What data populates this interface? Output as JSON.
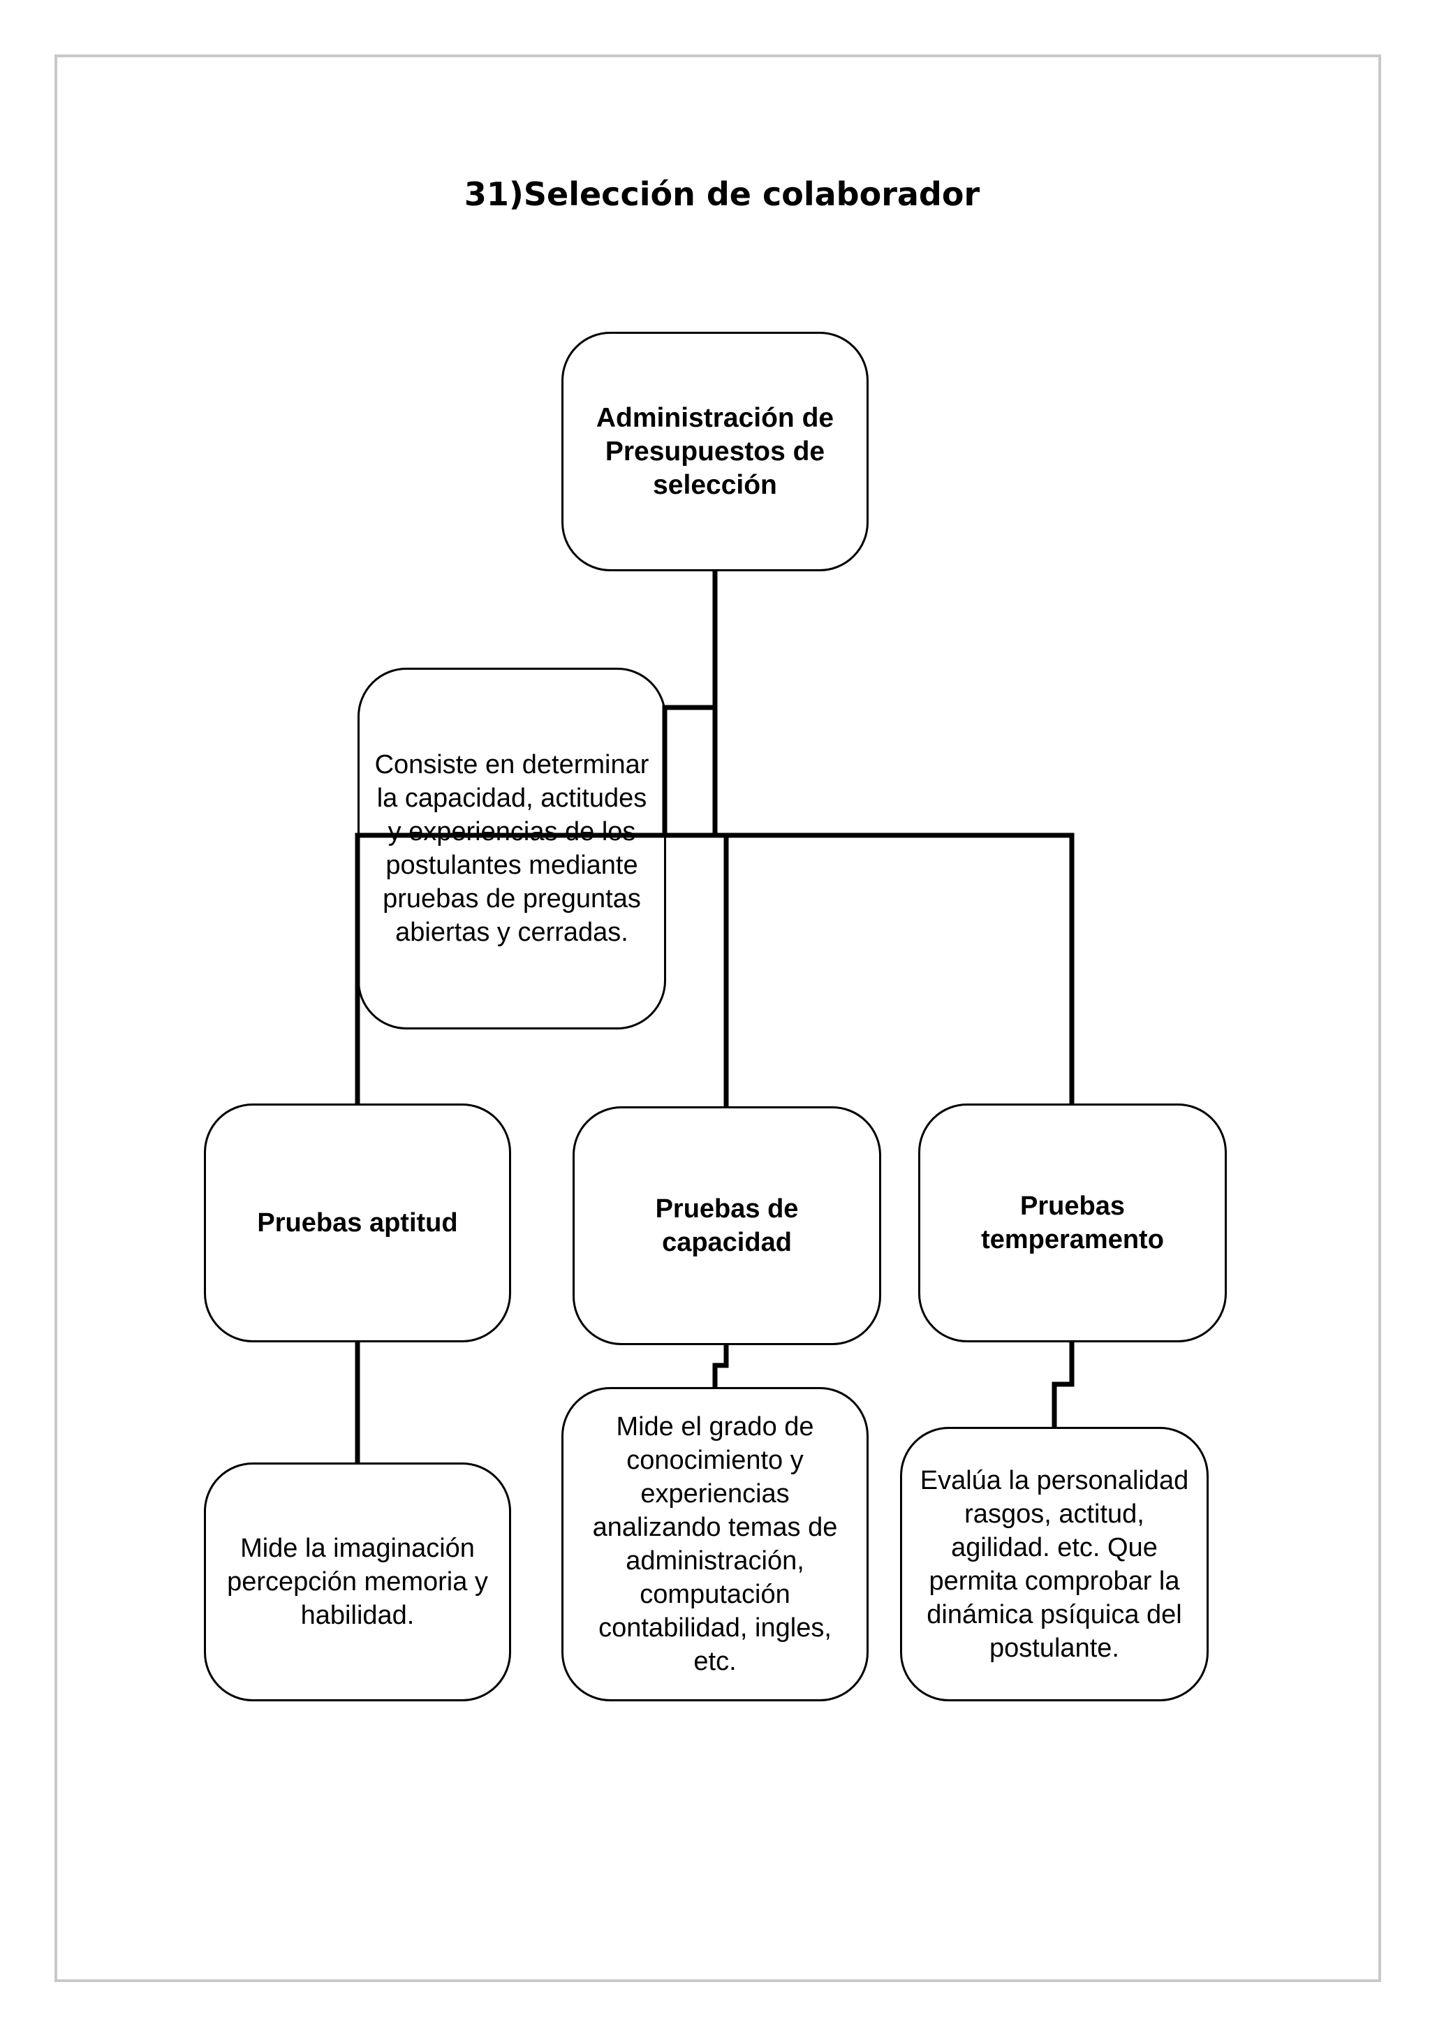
{
  "title": "31)Selección de colaborador",
  "nodes": {
    "root": "Administración de Presupuestos de selección",
    "description": "Consiste en determinar la capacidad, actitudes y experiencias de los postulantes mediante pruebas de preguntas abiertas y cerradas.",
    "aptitud": "Pruebas aptitud",
    "capacidad": "Pruebas de capacidad",
    "temperamento": "Pruebas temperamento",
    "aptitud_detail": "Mide la imaginación percepción memoria y habilidad.",
    "capacidad_detail": "Mide el grado de conocimiento y experiencias analizando temas de administración, computación contabilidad, ingles, etc.",
    "temperamento_detail": "Evalúa la personalidad rasgos, actitud, agilidad. etc. Que permita comprobar la dinámica psíquica del postulante."
  },
  "colors": {
    "line": "#000000",
    "page_border": "#c8c8c8",
    "background": "#ffffff"
  }
}
